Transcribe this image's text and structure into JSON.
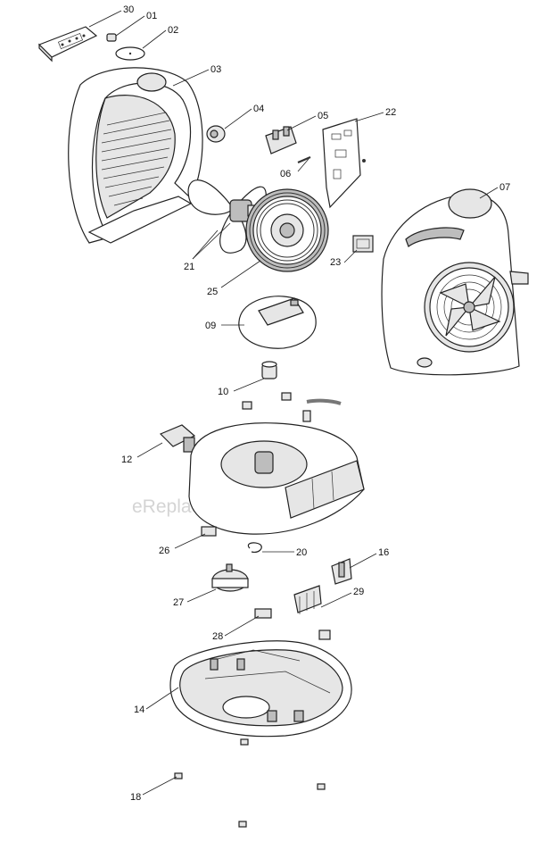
{
  "watermark": "eReplacementParts.com",
  "callouts": [
    {
      "id": "30",
      "label": "30"
    },
    {
      "id": "01",
      "label": "01"
    },
    {
      "id": "02",
      "label": "02"
    },
    {
      "id": "03",
      "label": "03"
    },
    {
      "id": "04",
      "label": "04"
    },
    {
      "id": "05",
      "label": "05"
    },
    {
      "id": "22",
      "label": "22"
    },
    {
      "id": "06",
      "label": "06"
    },
    {
      "id": "07",
      "label": "07"
    },
    {
      "id": "21",
      "label": "21"
    },
    {
      "id": "23",
      "label": "23"
    },
    {
      "id": "25",
      "label": "25"
    },
    {
      "id": "09",
      "label": "09"
    },
    {
      "id": "10",
      "label": "10"
    },
    {
      "id": "12",
      "label": "12"
    },
    {
      "id": "26",
      "label": "26"
    },
    {
      "id": "20",
      "label": "20"
    },
    {
      "id": "16",
      "label": "16"
    },
    {
      "id": "27",
      "label": "27"
    },
    {
      "id": "29",
      "label": "29"
    },
    {
      "id": "28",
      "label": "28"
    },
    {
      "id": "14",
      "label": "14"
    },
    {
      "id": "18",
      "label": "18"
    }
  ]
}
